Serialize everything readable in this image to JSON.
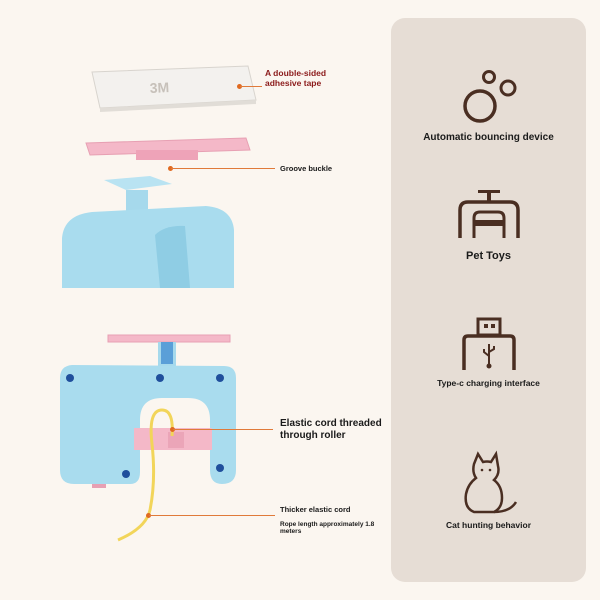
{
  "callouts": {
    "tape": "A double-sided adhesive tape",
    "groove": "Groove buckle",
    "elastic": "Elastic cord threaded through roller",
    "thicker": "Thicker elastic cord",
    "rope_length": "Rope length approximately 1.8 meters"
  },
  "tape_print": "3M",
  "features": [
    {
      "label": "Automatic bouncing device",
      "icon": "bubbles-icon"
    },
    {
      "label": "Pet Toys",
      "icon": "toy-stand-icon"
    },
    {
      "label": "Type-c charging interface",
      "icon": "usb-c-icon"
    },
    {
      "label": "Cat hunting behavior",
      "icon": "cat-icon"
    }
  ],
  "colors": {
    "background": "#fbf6f0",
    "panel": "#e6ddd5",
    "device_blue": "#a9dcee",
    "pink": "#f4b8c8",
    "accent_line": "#e07a3a",
    "label_red": "#8b1a1a",
    "icon_brown": "#4a2e22"
  }
}
